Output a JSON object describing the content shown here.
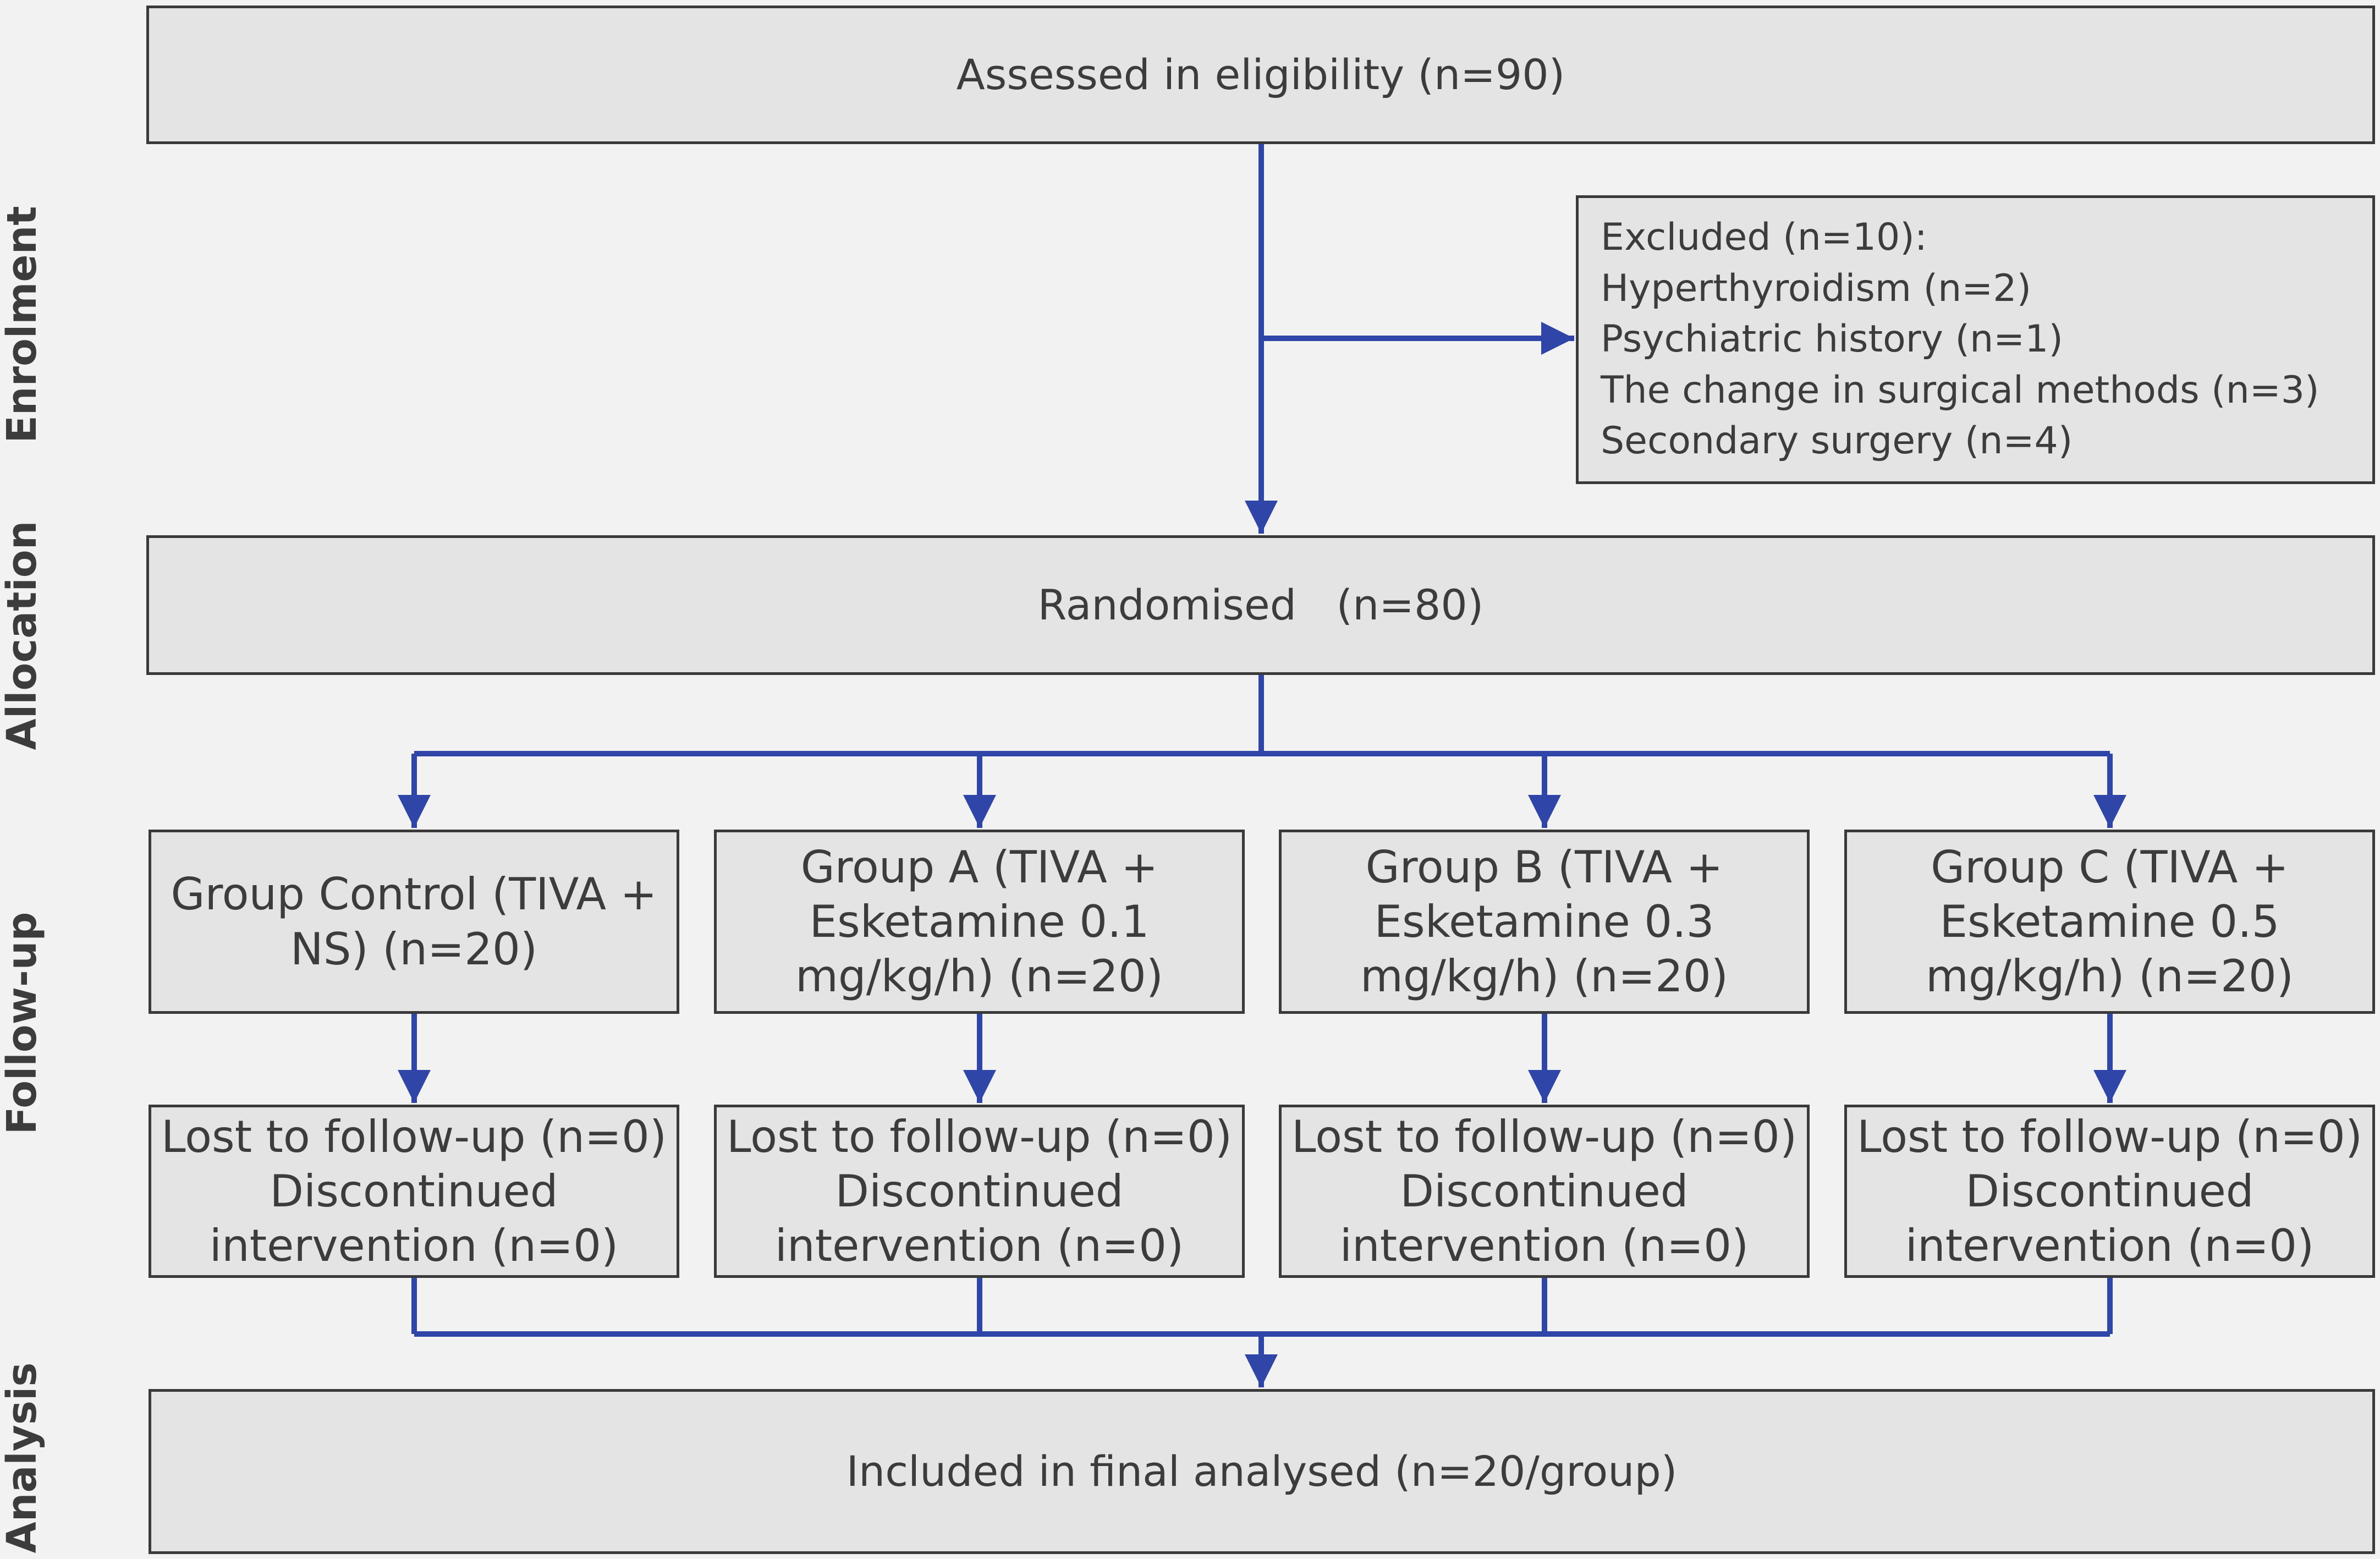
{
  "stages": [
    "Enrolment",
    "Allocation",
    "Follow-up",
    "Analysis"
  ],
  "assessed": "Assessed in eligibility (n=90)",
  "excluded": [
    "Excluded (n=10):",
    "Hyperthyroidism (n=2)",
    "Psychiatric history (n=1)",
    "The change in surgical methods (n=3)",
    "Secondary surgery (n=4)"
  ],
  "randomised": "Randomised   (n=80)",
  "groups": [
    {
      "lines": [
        "Group Control (TIVA +",
        "NS) (n=20)"
      ]
    },
    {
      "lines": [
        "Group A (TIVA +",
        "Esketamine 0.1",
        "mg/kg/h) (n=20)"
      ]
    },
    {
      "lines": [
        "Group B (TIVA +",
        "Esketamine 0.3",
        "mg/kg/h) (n=20)"
      ]
    },
    {
      "lines": [
        "Group C (TIVA +",
        "Esketamine 0.5",
        "mg/kg/h) (n=20)"
      ]
    }
  ],
  "followup": [
    {
      "lines": [
        "Lost to follow-up (n=0)",
        "Discontinued",
        "intervention (n=0)"
      ]
    },
    {
      "lines": [
        "Lost to follow-up (n=0)",
        "Discontinued",
        "intervention (n=0)"
      ]
    },
    {
      "lines": [
        "Lost to follow-up (n=0)",
        "Discontinued",
        "intervention (n=0)"
      ]
    },
    {
      "lines": [
        "Lost to follow-up (n=0)",
        "Discontinued",
        "intervention (n=0)"
      ]
    }
  ],
  "analysis": "Included in final analysed (n=20/group)",
  "colors": {
    "connector": "#2f45a8",
    "box_fill": "#e4e4e4",
    "box_border": "#3a3a3a",
    "background": "#f2f2f2"
  }
}
